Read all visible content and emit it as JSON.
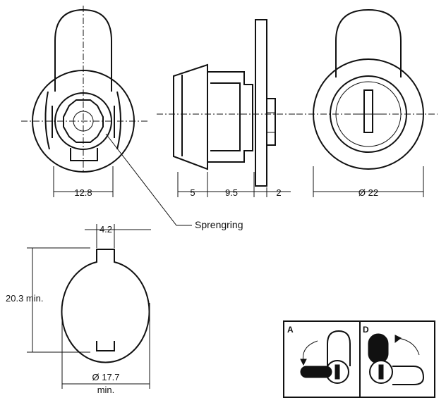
{
  "dimensions": {
    "front_width": "12.8",
    "side_a": "5",
    "side_b": "9.5",
    "side_c": "2",
    "diameter": "Ø 22",
    "cutout_tab": "4.2",
    "cutout_height": "20.3 min.",
    "cutout_diameter": "Ø 17.7",
    "cutout_diameter_suffix": "min."
  },
  "callout": {
    "label": "Sprengring"
  },
  "legend": {
    "option_a": "A",
    "option_d": "D"
  }
}
